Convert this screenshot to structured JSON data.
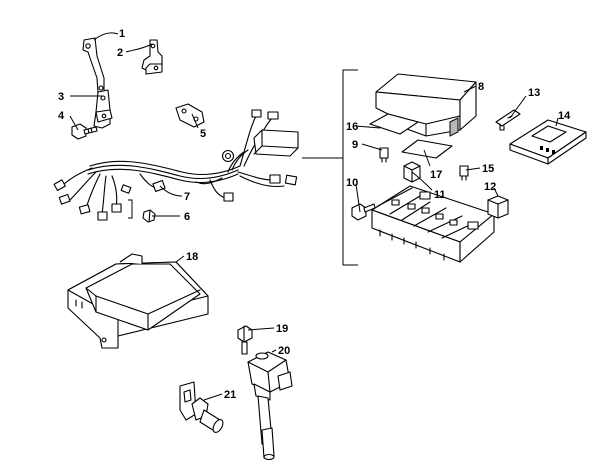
{
  "callouts": [
    {
      "id": "c1",
      "label": "1",
      "part": "bracket"
    },
    {
      "id": "c2",
      "label": "2",
      "part": "bracket"
    },
    {
      "id": "c3",
      "label": "3",
      "part": "bracket"
    },
    {
      "id": "c4",
      "label": "4",
      "part": "bolt"
    },
    {
      "id": "c5",
      "label": "5",
      "part": "bracket"
    },
    {
      "id": "c6",
      "label": "6",
      "part": "bolt"
    },
    {
      "id": "c7",
      "label": "7",
      "part": "wiring-harness"
    },
    {
      "id": "c8",
      "label": "8",
      "part": "fuse-box-cover"
    },
    {
      "id": "c9",
      "label": "9",
      "part": "fuse"
    },
    {
      "id": "c10",
      "label": "10",
      "part": "bolt"
    },
    {
      "id": "c11",
      "label": "11",
      "part": "relay"
    },
    {
      "id": "c12",
      "label": "12",
      "part": "relay"
    },
    {
      "id": "c13",
      "label": "13",
      "part": "fuse-puller"
    },
    {
      "id": "c14",
      "label": "14",
      "part": "fuse-block-spare"
    },
    {
      "id": "c15",
      "label": "15",
      "part": "fuse"
    },
    {
      "id": "c16",
      "label": "16",
      "part": "label-sheet"
    },
    {
      "id": "c17",
      "label": "17",
      "part": "label-sheet"
    },
    {
      "id": "c18",
      "label": "18",
      "part": "ecu"
    },
    {
      "id": "c19",
      "label": "19",
      "part": "bolt"
    },
    {
      "id": "c20",
      "label": "20",
      "part": "ignition-coil"
    },
    {
      "id": "c21",
      "label": "21",
      "part": "sensor"
    }
  ]
}
